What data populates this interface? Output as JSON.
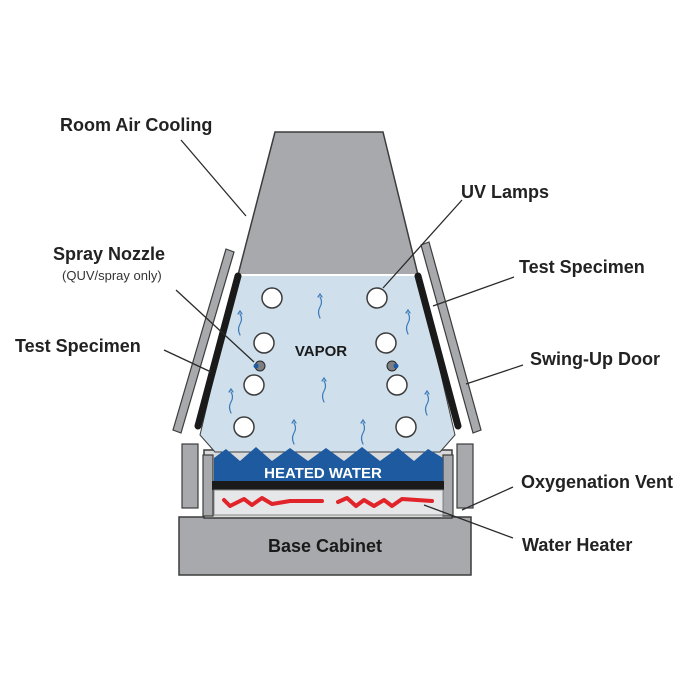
{
  "labels": {
    "room_air_cooling": "Room Air Cooling",
    "uv_lamps": "UV Lamps",
    "spray_nozzle": "Spray Nozzle",
    "spray_nozzle_note": "(QUV/spray only)",
    "test_specimen_left": "Test Specimen",
    "test_specimen_right": "Test Specimen",
    "swing_up_door": "Swing-Up Door",
    "oxygenation_vent": "Oxygenation Vent",
    "water_heater": "Water Heater",
    "vapor": "VAPOR",
    "heated_water": "HEATED WATER",
    "base_cabinet": "Base Cabinet"
  },
  "colors": {
    "housing_gray": "#a7a9ac",
    "outline": "#3c3c3c",
    "vapor_fill": "#cfe0ec",
    "water_blue": "#1e5aa0",
    "heater_red": "#e0242a",
    "specimen_black": "#1a1a1a"
  }
}
